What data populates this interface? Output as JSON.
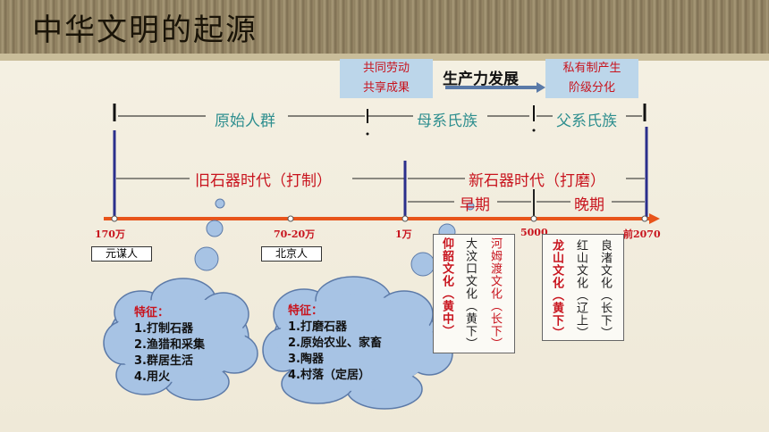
{
  "title": "中华文明的起源",
  "top_boxes": {
    "left": [
      "共同劳动",
      "共享成果"
    ],
    "arrow_label": "生产力发展",
    "right": [
      "私有制产生",
      "阶级分化"
    ]
  },
  "society_stages": [
    "原始人群",
    "母系氏族",
    "父系氏族"
  ],
  "paleolithic": "旧石器时代（打制）",
  "neolithic": "新石器时代（打磨）",
  "early": "早期",
  "late": "晚期",
  "ticks": [
    "170万",
    "70-20万",
    "1万",
    "5000",
    "前2070"
  ],
  "sites": [
    "元谋人",
    "北京人"
  ],
  "early_cultures": [
    {
      "name": "仰韶文化",
      "region": "（黄中）",
      "color": "#c8141e"
    },
    {
      "name": "大汶口文化",
      "region": "（黄下）",
      "color": "#222222"
    },
    {
      "name": "河姆渡文化",
      "region": "（长下）",
      "color": "#c8141e"
    }
  ],
  "late_cultures": [
    {
      "name": "龙山文化",
      "region": "（黄下）",
      "color": "#c8141e"
    },
    {
      "name": "红山文化",
      "region": "（辽上）",
      "color": "#222222"
    },
    {
      "name": "良渚文化",
      "region": "（长下）",
      "color": "#222222"
    }
  ],
  "cloud_left": {
    "heading": "特征：",
    "items": [
      "1.打制石器",
      "2.渔猎和采集",
      "3.群居生活",
      "4.用火"
    ]
  },
  "cloud_right": {
    "heading": "特征：",
    "items": [
      "1.打磨石器",
      "2.原始农业、家畜",
      "3.陶器",
      "4.村落（定居）"
    ]
  },
  "colors": {
    "accent_red": "#c8141e",
    "teal": "#2f8f8f",
    "timeline_orange": "#e8541a",
    "navy": "#2b2f8c",
    "cloud_blue": "#a7c3e4"
  }
}
